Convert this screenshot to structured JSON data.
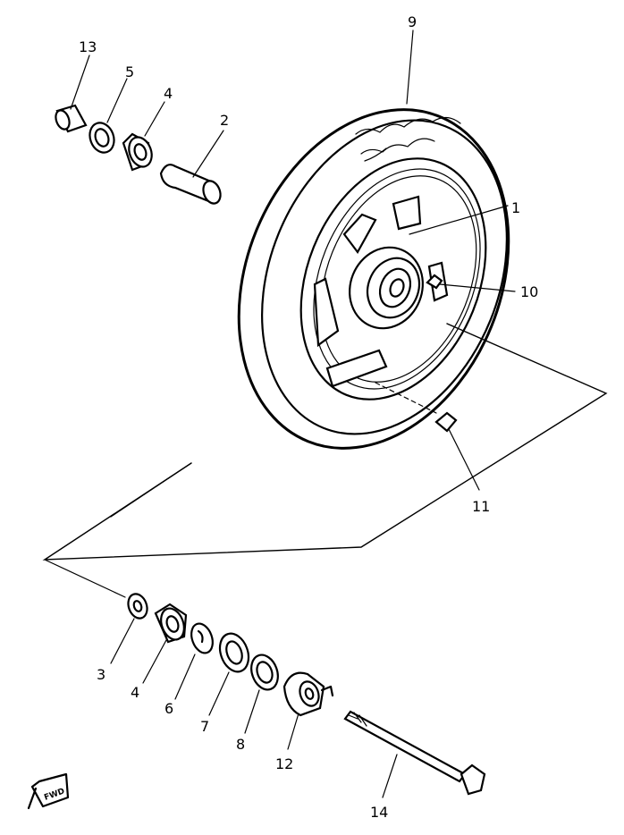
{
  "diagram": {
    "labels": {
      "p1": "1",
      "p2": "2",
      "p3": "3",
      "p4a": "4",
      "p4b": "4",
      "p5": "5",
      "p6": "6",
      "p7": "7",
      "p8": "8",
      "p9": "9",
      "p10": "10",
      "p11": "11",
      "p12": "12",
      "p13": "13",
      "p14": "14"
    },
    "fwd_mark": "FWD"
  }
}
